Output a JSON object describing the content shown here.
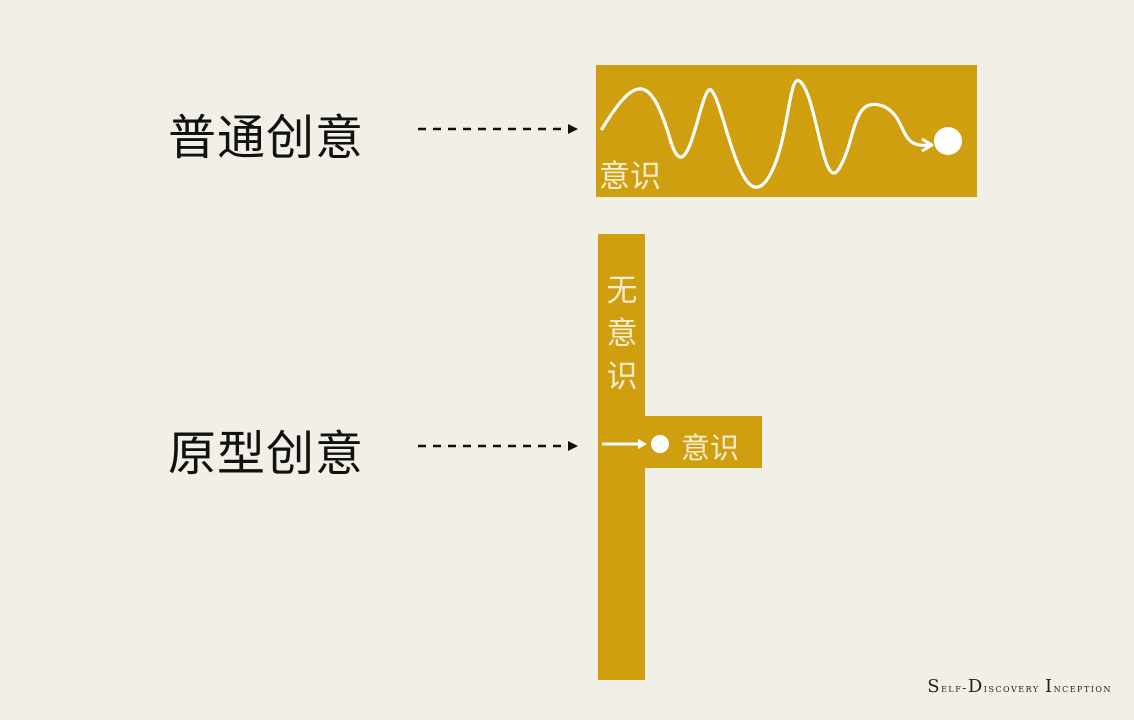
{
  "rows": [
    {
      "label": "普通创意",
      "box_text": "意识"
    },
    {
      "label": "原型创意",
      "bar_text": [
        "无",
        "意",
        "识"
      ],
      "branch_text": "意识"
    }
  ],
  "footer": {
    "s": "S",
    "elf": "elf-",
    "d": "D",
    "iscovery": "iscovery",
    "i": "I",
    "nception": "nception"
  },
  "colors": {
    "background": "#f2efe7",
    "box": "#cf9f0f",
    "text": "#111111",
    "light_text": "#f6ecd0"
  }
}
